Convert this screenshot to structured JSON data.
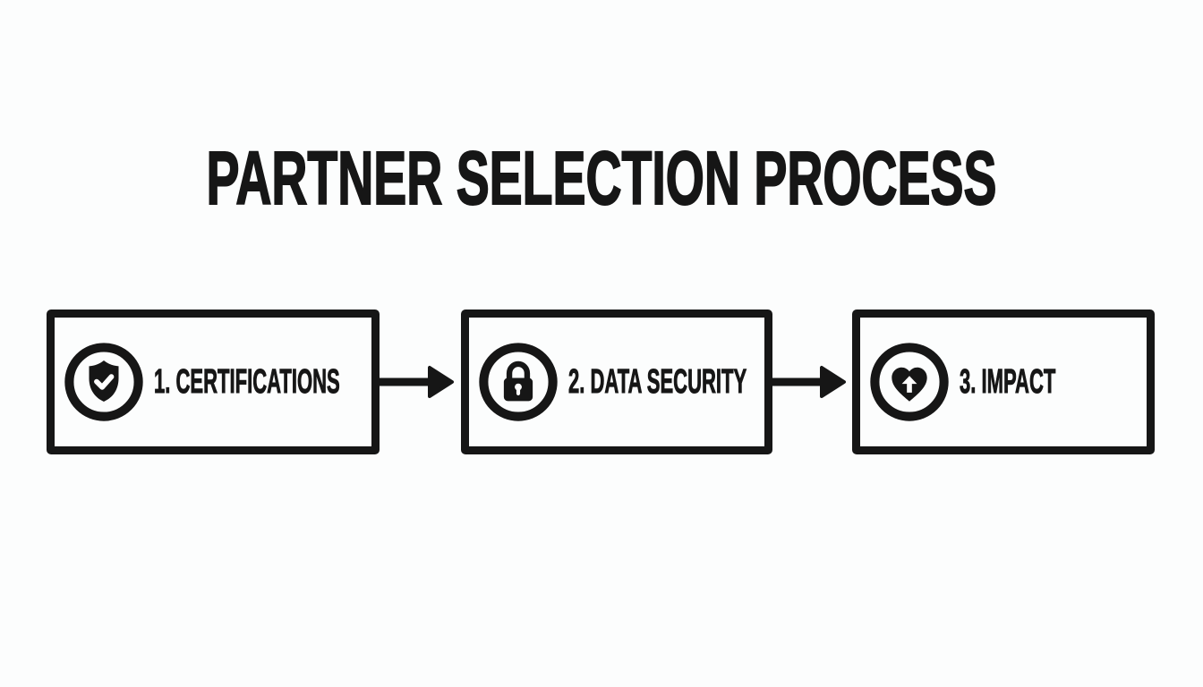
{
  "title": "PARTNER SELECTION PROCESS",
  "colors": {
    "ink": "#161616",
    "paper": "#fcfdfd"
  },
  "flow": {
    "type": "horizontal-process-flow",
    "connector_style": "arrow-right",
    "steps": [
      {
        "number": "1",
        "name": "certifications",
        "label": "1. CERTIFICATIONS",
        "icon": "shield-check-icon"
      },
      {
        "number": "2",
        "name": "data-security",
        "label": "2. DATA SECURITY",
        "icon": "padlock-icon"
      },
      {
        "number": "3",
        "name": "impact",
        "label": "3. IMPACT",
        "icon": "heart-arrow-up-icon"
      }
    ]
  }
}
